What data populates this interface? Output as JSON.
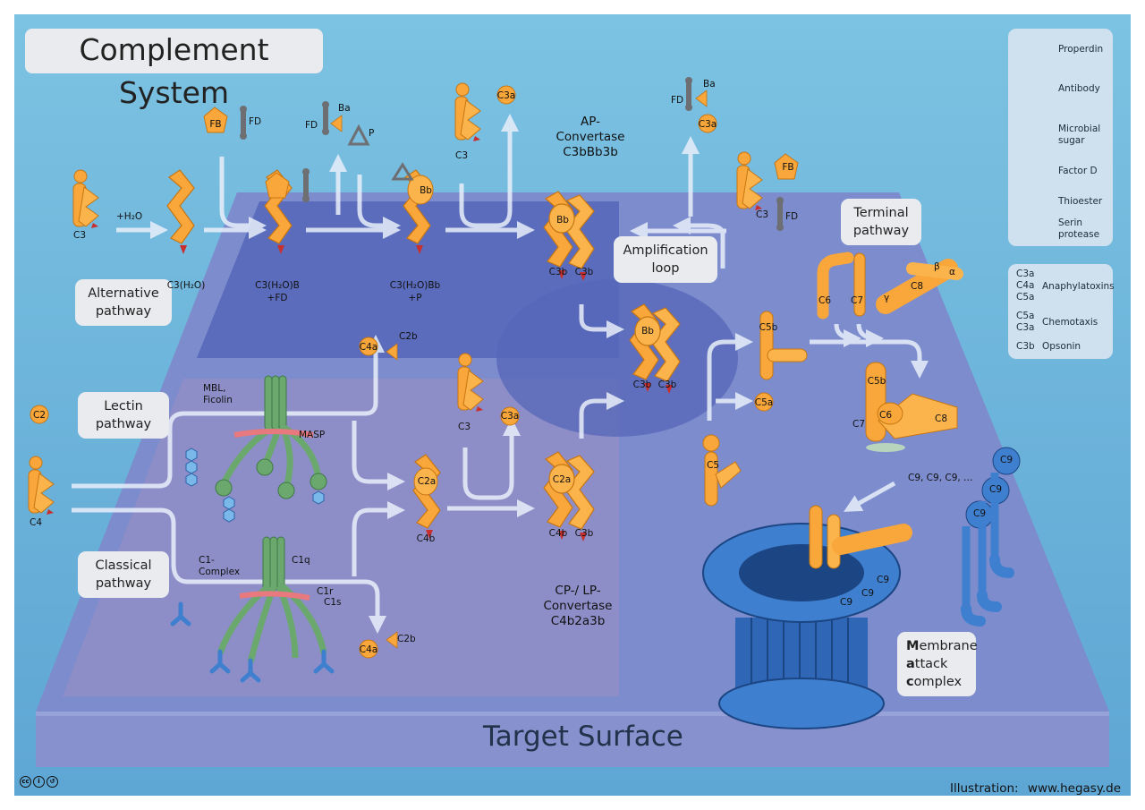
{
  "title": "Complement System",
  "pathways": {
    "alternative": [
      "Alternative",
      "pathway"
    ],
    "lectin": [
      "Lectin",
      "pathway"
    ],
    "classical": [
      "Classical",
      "pathway"
    ],
    "amplification": [
      "Amplification",
      "loop"
    ],
    "terminal": [
      "Terminal",
      "pathway"
    ]
  },
  "convertases": {
    "ap": [
      "AP-",
      "Convertase",
      "C3bBb3b"
    ],
    "cp": [
      "CP-/ LP-",
      "Convertase",
      "C4b2a3b"
    ]
  },
  "mac": {
    "line1_bold": "M",
    "line1_rest": "embrane",
    "line2_bold": "a",
    "line2_rest": "ttack",
    "line3_bold": "c",
    "line3_rest": "omplex"
  },
  "surface": "Target Surface",
  "legend": {
    "items": [
      {
        "label": "Properdin",
        "icon": "properdin-icon"
      },
      {
        "label": "Antibody",
        "icon": "antibody-icon"
      },
      {
        "label": "Microbial\nsugar",
        "icon": "microbial-sugar-icon"
      },
      {
        "label": "Factor D",
        "icon": "factor-d-icon"
      },
      {
        "label": "Thioester",
        "icon": "thioester-icon"
      },
      {
        "label": "Serin\nprotease",
        "icon": "serin-protease-icon"
      }
    ],
    "groups": [
      {
        "molecules": "C3a\nC4a\nC5a",
        "role": "Anaphylatoxins"
      },
      {
        "molecules": "C5a\nC3a",
        "role": "Chemotaxis"
      },
      {
        "molecules": "C3b",
        "role": "Opsonin"
      }
    ]
  },
  "labels": {
    "c3": "C3",
    "c3h2o": "C3(H₂O)",
    "h2o": "+H₂O",
    "fb": "FB",
    "fd": "FD",
    "ba": "Ba",
    "p": "P",
    "bb": "Bb",
    "c3a": "C3a",
    "c3b": "C3b",
    "c3h2ob": "C3(H₂O)B",
    "plus_fd": "+FD",
    "c3h2obb": "C3(H₂O)Bb",
    "plus_p": "+P",
    "c2": "C2",
    "c4": "C4",
    "c4a": "C4a",
    "c2b": "C2b",
    "c2a": "C2a",
    "c4b": "C4b",
    "mbl": "MBL,\nFicolin",
    "masp": "MASP",
    "c1": "C1-\nComplex",
    "c1q": "C1q",
    "c1r": "C1r",
    "c1s": "C1s",
    "c5": "C5",
    "c5a": "C5a",
    "c5b": "C5b",
    "c6": "C6",
    "c7": "C7",
    "c8": "C8",
    "alpha": "α",
    "beta": "β",
    "gamma": "γ",
    "c9": "C9",
    "c9series": "C9, C9, C9, …"
  },
  "footer": {
    "illustration": "Illustration:",
    "url": "www.hegasy.de"
  },
  "colors": {
    "frame": "#6fb8db",
    "plate": "#7f8fcb",
    "orange": "#f9a63a",
    "green": "#6aa86e",
    "blue": "#3f7fcf",
    "pink": "#e8797f"
  }
}
